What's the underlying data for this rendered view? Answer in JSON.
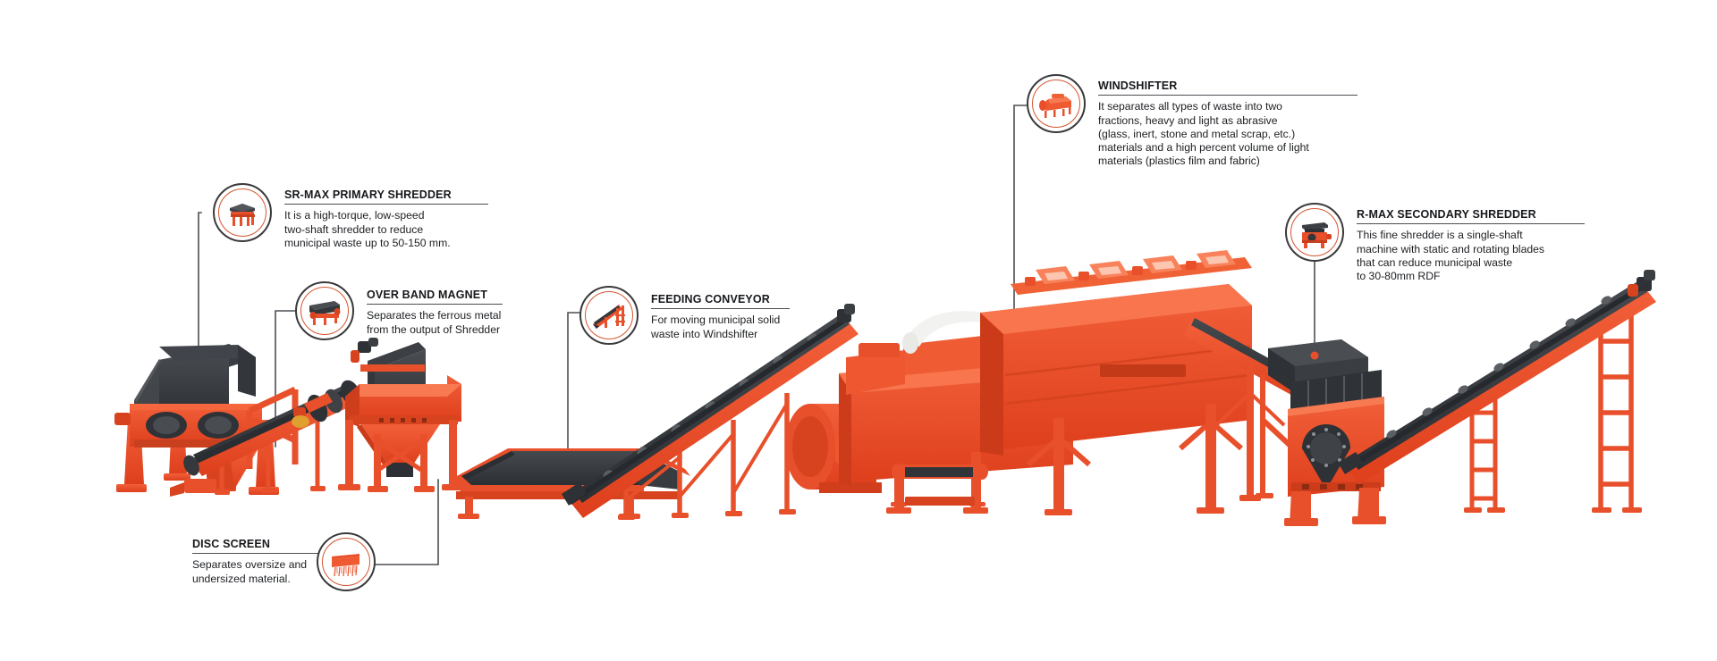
{
  "meta": {
    "title": "Municipal Solid Waste Processing Line Diagram",
    "accent_orange": "#EC4A25",
    "accent_orange_dark": "#C23A1C",
    "dark_gray": "#3A3C40",
    "line_color": "#4C4E52",
    "ring_outer": "#3A3A3C",
    "ring_inner": "#D6552F",
    "background": "#FFFFFF"
  },
  "callouts": [
    {
      "id": "sr-max-primary-shredder",
      "title": "SR-MAX PRIMARY SHREDDER",
      "body": "It is a high-torque, low-speed\ntwo-shaft shredder to reduce\nmunicipal waste up to 50-150 mm.",
      "icon": "primary-shredder-icon"
    },
    {
      "id": "over-band-magnet",
      "title": "OVER BAND MAGNET",
      "body": "Separates the ferrous metal\nfrom the output of Shredder",
      "icon": "over-band-magnet-icon"
    },
    {
      "id": "feeding-conveyor",
      "title": "FEEDING CONVEYOR",
      "body": "For moving municipal solid\nwaste into Windshifter",
      "icon": "feeding-conveyor-icon"
    },
    {
      "id": "windshifter",
      "title": "WINDSHIFTER",
      "body": "It separates all types of waste into two\nfractions, heavy and light as abrasive\n(glass, inert, stone and metal scrap, etc.)\nmaterials and a high percent volume of light\nmaterials (plastics film and fabric)",
      "icon": "windshifter-icon"
    },
    {
      "id": "r-max-secondary-shredder",
      "title": "R-MAX SECONDARY SHREDDER",
      "body": "This fine shredder is a single-shaft\nmachine with static and rotating blades\nthat can reduce municipal waste\nto 30-80mm RDF",
      "icon": "secondary-shredder-icon"
    },
    {
      "id": "disc-screen",
      "title": "DISC SCREEN",
      "body": "Separates oversize and\nundersized material.",
      "icon": "disc-screen-icon"
    }
  ]
}
